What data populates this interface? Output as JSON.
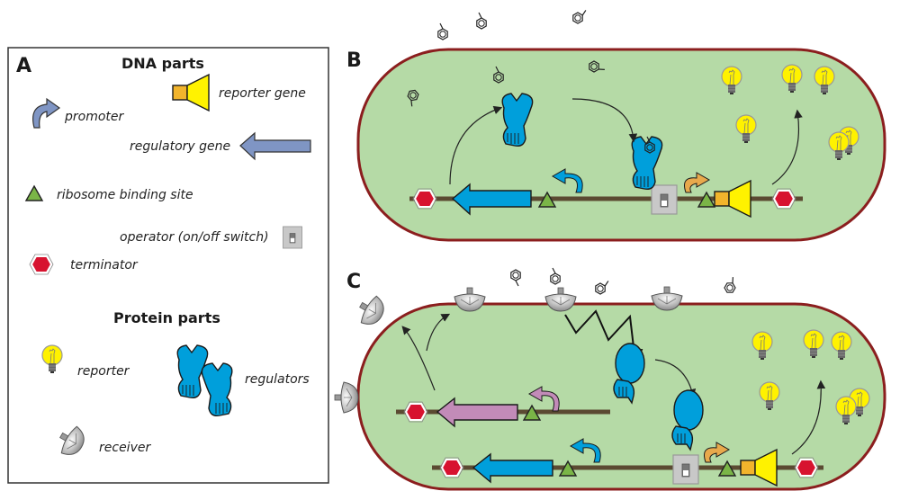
{
  "panels": {
    "a": {
      "letter": "A",
      "dna_header": "DNA parts",
      "protein_header": "Protein parts",
      "dna_parts": {
        "reporter_gene": "reporter gene",
        "promoter": "promoter",
        "regulatory_gene": "regulatory gene",
        "rbs": "ribosome binding site",
        "operator": "operator (on/off switch)",
        "terminator": "terminator"
      },
      "protein_parts": {
        "reporter": "reporter",
        "regulators": "regulators",
        "receiver": "receiver"
      }
    },
    "b": {
      "letter": "B"
    },
    "c": {
      "letter": "C"
    }
  },
  "colors": {
    "cell_fill": "#b5daa6",
    "cell_border": "#8b1e1e",
    "dna": "#5b4a32",
    "regulator_blue": "#009fdb",
    "regulatory_gene_blue": "#7f95c4",
    "pink_gene": "#c28bb8",
    "rbs_green": "#7ab547",
    "terminator_red": "#d7132f",
    "reporter_orange": "#f2b42c",
    "reporter_yellow": "#fff200",
    "promoter_orange": "#e8a94c",
    "operator_gray": "#c8c8c8"
  }
}
